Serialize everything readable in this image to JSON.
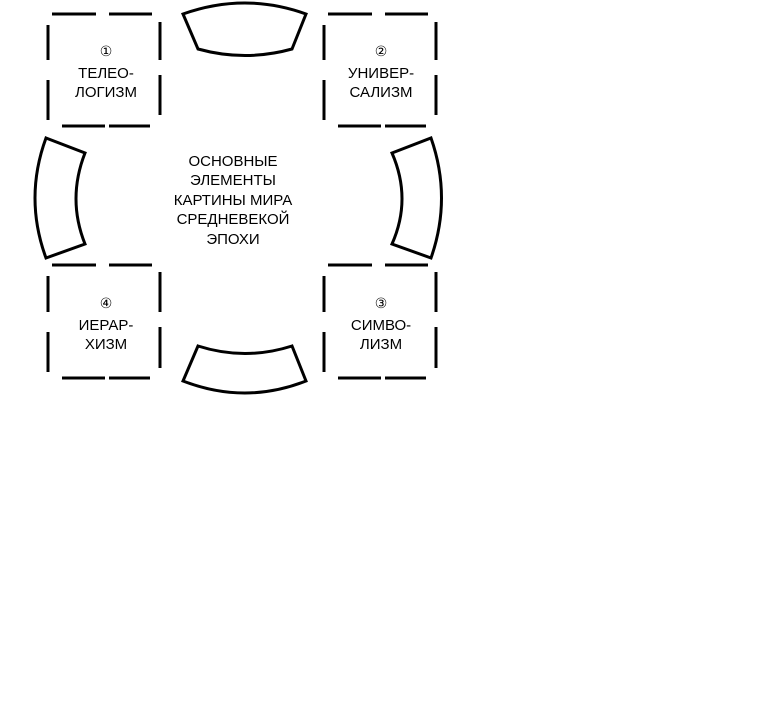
{
  "colors": {
    "stroke": "#000000",
    "background": "#ffffff"
  },
  "center": {
    "lines": [
      "ОСНОВНЫЕ",
      "ЭЛЕМЕНТЫ",
      "КАРТИНЫ МИРА",
      "СРЕДНЕВЕКОЙ",
      "ЭПОХИ"
    ]
  },
  "boxes": [
    {
      "number": "①",
      "lines": [
        "ТЕЛЕО-",
        "ЛОГИЗМ"
      ]
    },
    {
      "number": "②",
      "lines": [
        "УНИВЕР-",
        "САЛИЗМ"
      ]
    },
    {
      "number": "③",
      "lines": [
        "СИМВО-",
        "ЛИЗМ"
      ]
    },
    {
      "number": "④",
      "lines": [
        "ИЕРАР-",
        "ХИЗМ"
      ]
    }
  ]
}
